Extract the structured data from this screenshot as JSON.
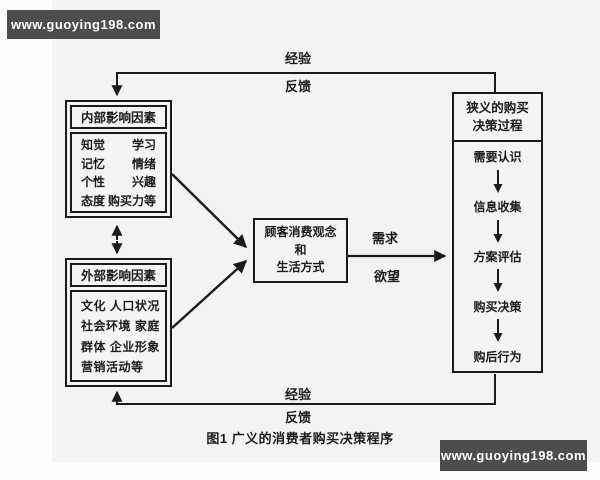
{
  "banners": {
    "top_left": "www.guoying198.com",
    "bottom_right": "www.guoying198.com"
  },
  "diagram": {
    "caption": "图1 广义的消费者购买决策程序",
    "top_loop": {
      "upper_label": "经验",
      "lower_label": "反馈"
    },
    "bottom_loop": {
      "upper_label": "经验",
      "lower_label": "反馈"
    },
    "internal_factors": {
      "title": "内部影响因素",
      "rows": [
        [
          "知觉",
          "学习"
        ],
        [
          "记忆",
          "情绪"
        ],
        [
          "个性",
          "兴趣"
        ],
        [
          "态度",
          "购买力等"
        ]
      ]
    },
    "external_factors": {
      "title": "外部影响因素",
      "rows": [
        "文化 人口状况",
        "社会环境 家庭",
        "群体 企业形象",
        "营销活动等"
      ]
    },
    "center_box": {
      "lines": [
        "顾客消费观念",
        "和",
        "生活方式"
      ]
    },
    "demand_labels": {
      "upper": "需求",
      "lower": "欲望"
    },
    "decision_process": {
      "title_lines": [
        "狭义的购买",
        "决策过程"
      ],
      "steps": [
        "需要认识",
        "信息收集",
        "方案评估",
        "购买决策",
        "购后行为"
      ]
    }
  },
  "colors": {
    "line": "#1b1b1b",
    "banner_bg": "#4d4d4d",
    "banner_text": "#ffffff",
    "page_bg": "#f5f3f2"
  }
}
